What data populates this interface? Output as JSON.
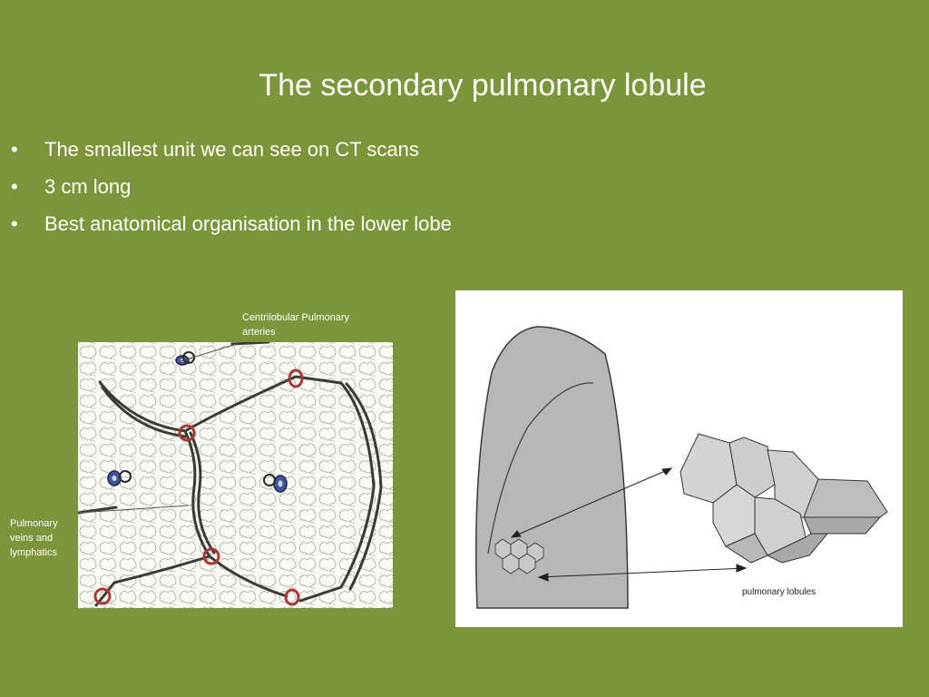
{
  "slide": {
    "title": "The secondary pulmonary lobule",
    "bullet_glyph": "•",
    "bullets": [
      "The smallest unit we can see on CT scans",
      "3 cm long",
      "Best anatomical organisation in the lower lobe"
    ],
    "background_color": "#7b953a"
  },
  "annotations": {
    "centrilobular_line1": "Centrilobular Pulmonary",
    "centrilobular_line2": "arteries",
    "veins_line1": "Pulmonary",
    "veins_line2": "veins and",
    "veins_line3": "lymphatics"
  },
  "figure_right": {
    "caption": "pulmonary lobules"
  }
}
